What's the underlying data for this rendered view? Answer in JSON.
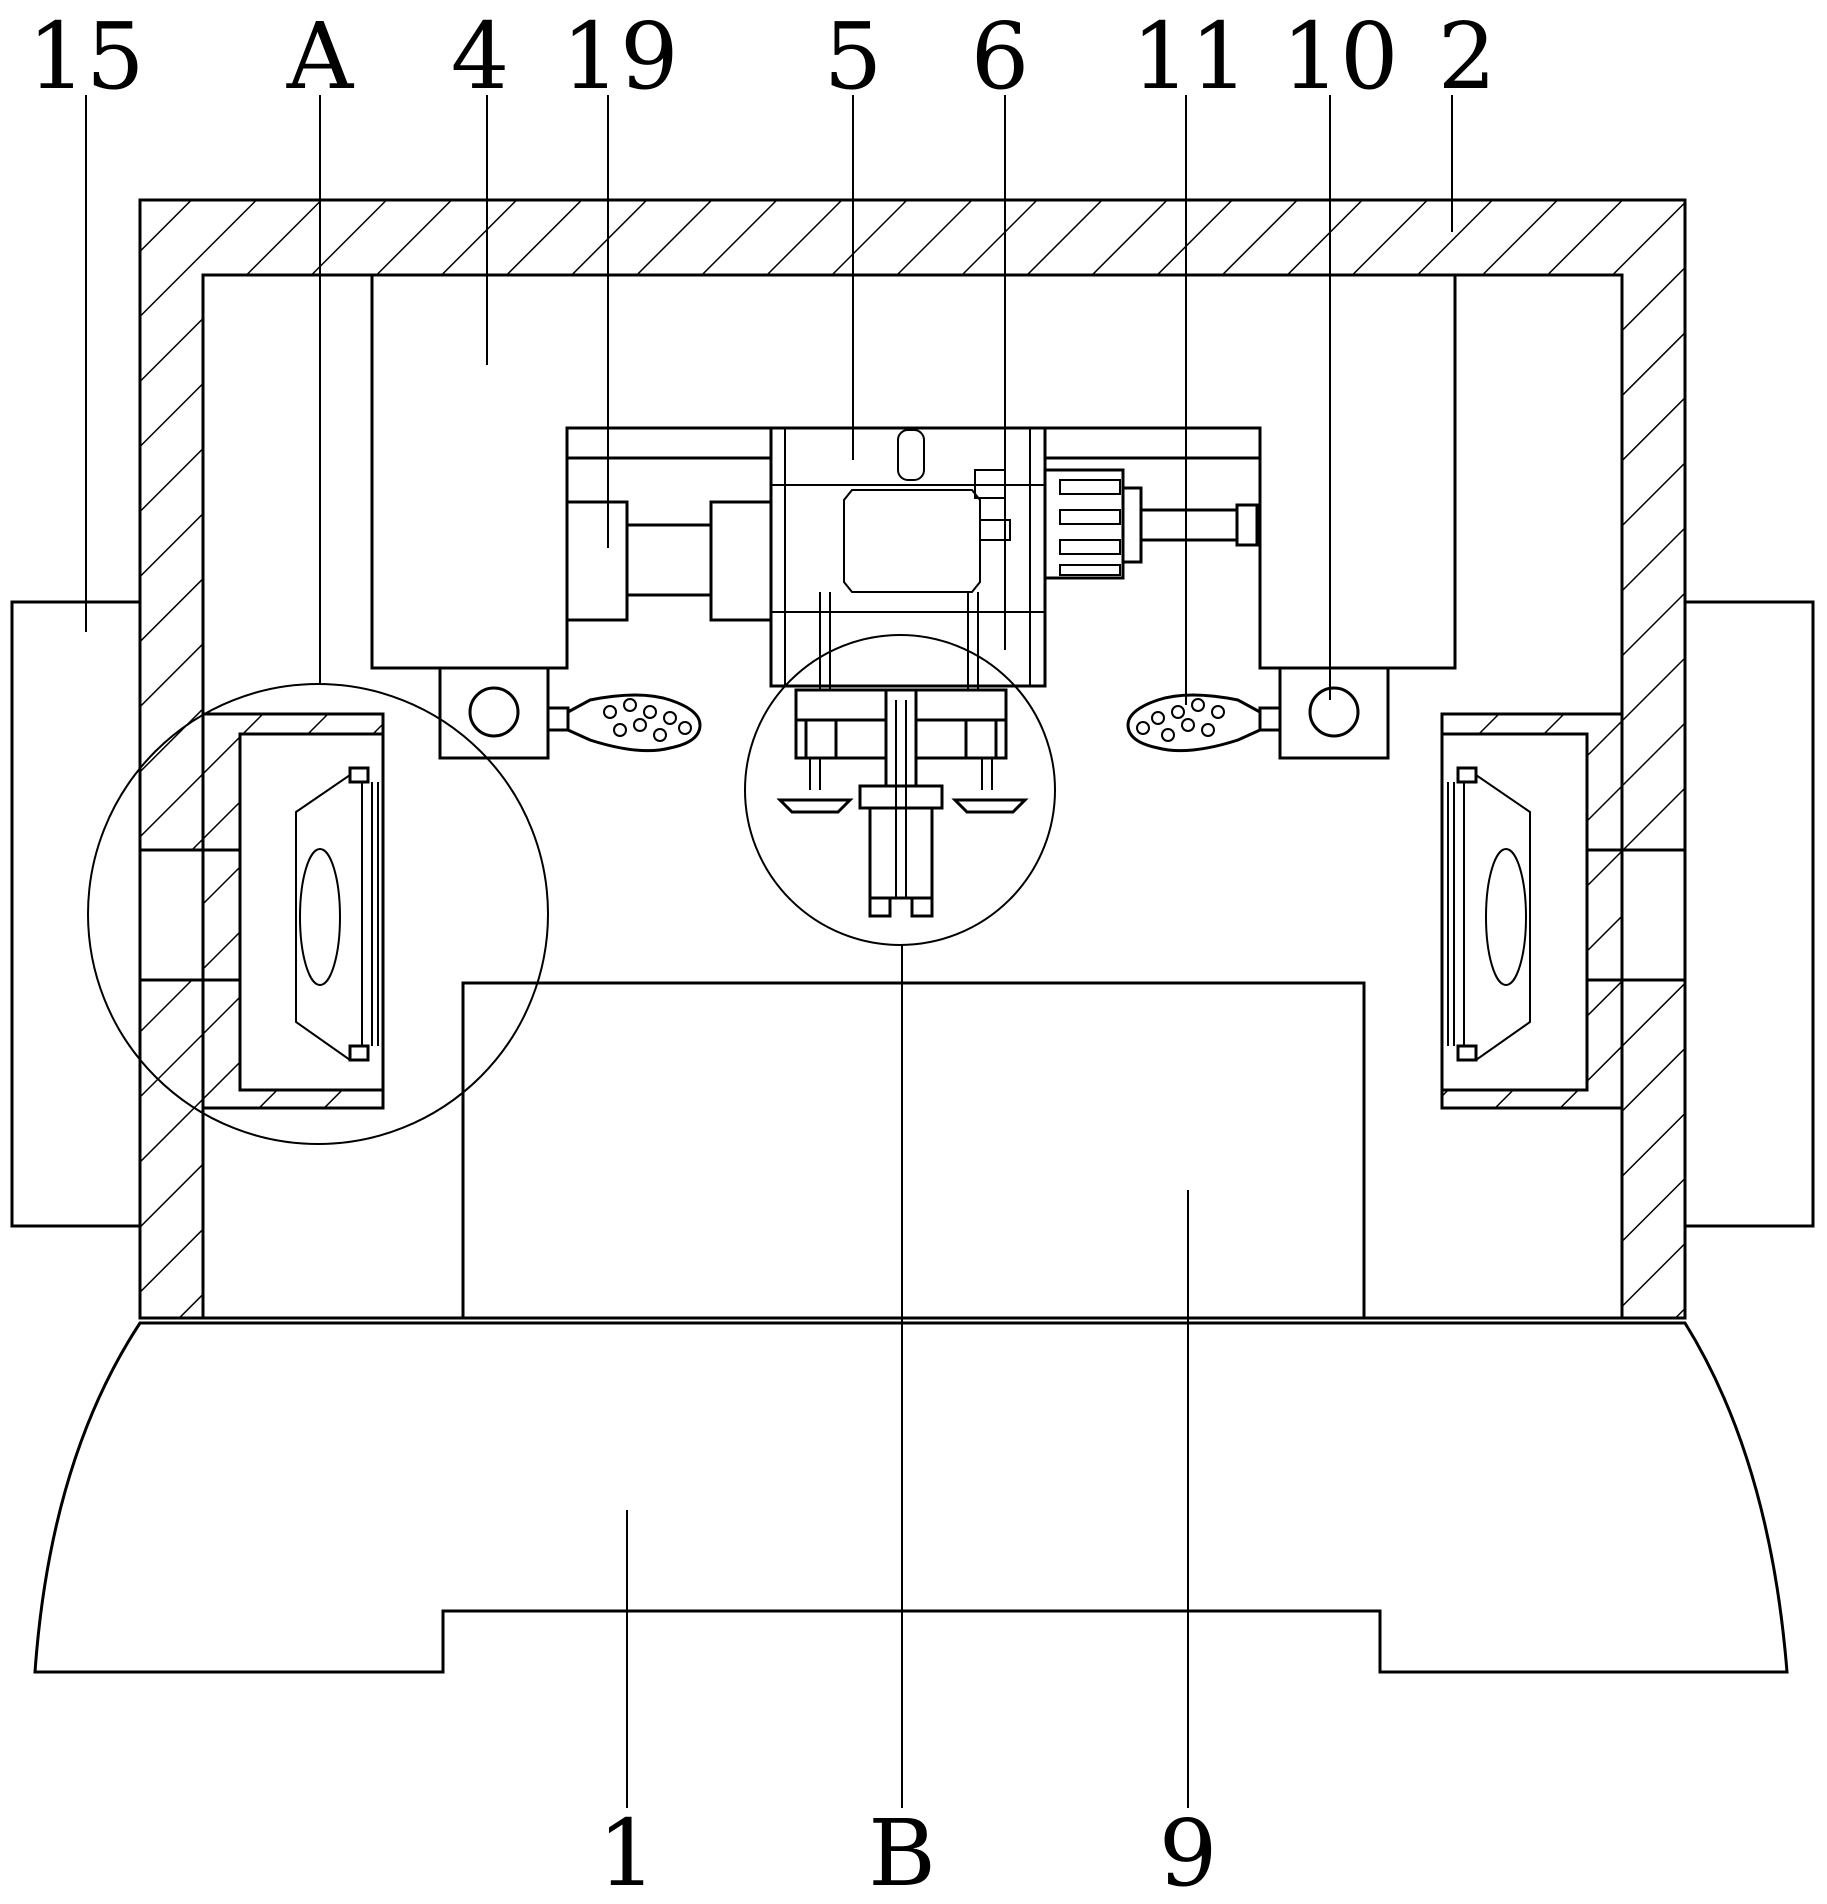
{
  "labels": {
    "l15": "15",
    "lA": "A",
    "l4": "4",
    "l19": "19",
    "l5": "5",
    "l6": "6",
    "l11": "11",
    "l10": "10",
    "l2": "2",
    "l1": "1",
    "lB": "B",
    "l9": "9"
  },
  "colors": {
    "stroke": "#000000",
    "background": "#ffffff"
  }
}
